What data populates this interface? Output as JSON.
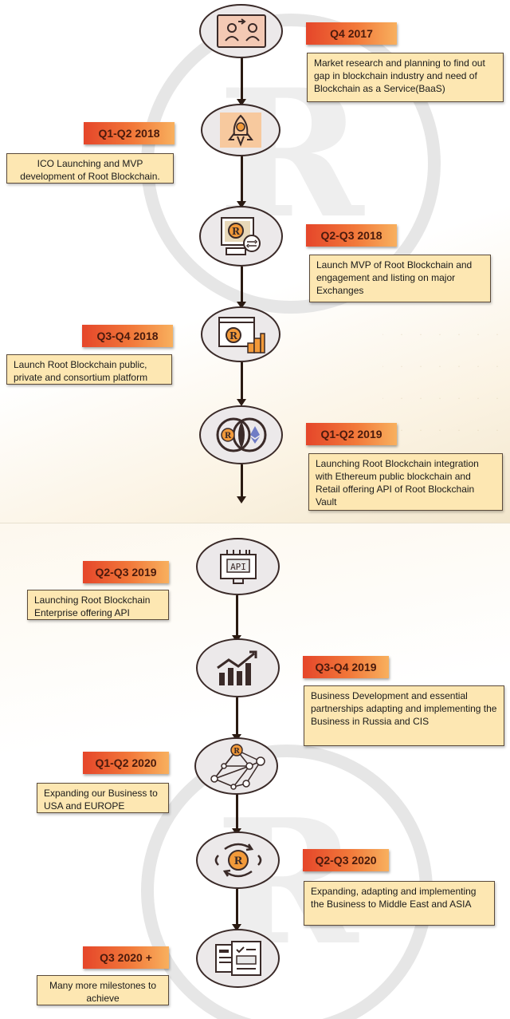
{
  "milestones": [
    {
      "period": "Q4 2017",
      "text": "Market research and planning to find out gap in blockchain industry and need of Blockchain as a Service(BaaS)",
      "icon": "research-planning-icon"
    },
    {
      "period": "Q1-Q2 2018",
      "text": "ICO Launching and MVP development of Root Blockchain.",
      "icon": "rocket-launch-icon"
    },
    {
      "period": "Q2-Q3 2018",
      "text": "Launch MVP of Root Blockchain and engagement and listing on major Exchanges",
      "icon": "exchange-coin-icon"
    },
    {
      "period": "Q3-Q4 2018",
      "text": "Launch Root Blockchain public, private and consortium platform",
      "icon": "platform-coins-icon"
    },
    {
      "period": "Q1-Q2 2019",
      "text": "Launching Root Blockchain integration with Ethereum public blockchain and Retail offering API of Root Blockchain Vault",
      "icon": "ethereum-integration-icon"
    },
    {
      "period": "Q2-Q3 2019",
      "text": "Launching Root Blockchain Enterprise offering API",
      "icon": "api-chip-icon"
    },
    {
      "period": "Q3-Q4 2019",
      "text": "Business Development and essential partnerships adapting and implementing the Business in Russia and CIS",
      "icon": "growth-chart-icon"
    },
    {
      "period": "Q1-Q2 2020",
      "text": "Expanding our Business to USA and EUROPE",
      "icon": "network-nodes-icon"
    },
    {
      "period": "Q2-Q3 2020",
      "text": "Expanding, adapting and implementing the Business to Middle East and ASIA",
      "icon": "global-expansion-icon"
    },
    {
      "period": "Q3 2020 +",
      "text": "Many more milestones to achieve",
      "icon": "documents-icon"
    }
  ],
  "colors": {
    "label_start": "#e5462a",
    "label_end": "#f8b05e",
    "desc_fill": "#fde7b2",
    "line": "#2a1a12",
    "node_fill": "#ece9ea",
    "accent": "#f29a3a"
  }
}
